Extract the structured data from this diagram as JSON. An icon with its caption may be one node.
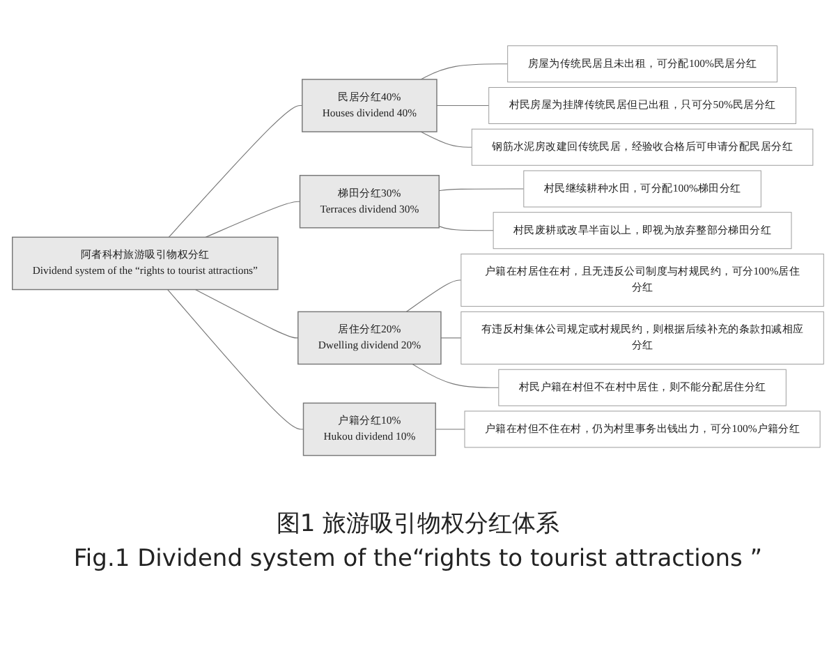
{
  "diagram": {
    "caption": "图1 旅游吸引物权分红体系",
    "nodes": [
      {
        "text": [
          "阿者科村旅游吸引物权分红",
          "Dividend system of the “rights to tourist attractions”"
        ]
      },
      {
        "text": [
          "民居分红40%",
          "Houses dividend 40%"
        ]
      },
      {
        "text": [
          "房屋为传统民居且未出租，可分配100%民居分红"
        ]
      },
      {
        "text": [
          "村民房屋为挂牌传统民居但已出租，只可分50%民居分红"
        ]
      },
      {
        "text": [
          "钢筋水泥房改建回传统民居，经验收合格后可申请分配民居分红"
        ]
      },
      {
        "text": [
          "梯田分红30%",
          "Terraces dividend 30%"
        ]
      },
      {
        "text": [
          "村民继续耕种水田，可分配100%梯田分红"
        ]
      },
      {
        "text": [
          "村民废耕或改旱半亩以上，即视为放弃整部分梯田分红"
        ]
      },
      {
        "text": [
          "居住分红20%",
          "Dwelling dividend 20%"
        ]
      },
      {
        "text": [
          "户籍在村居住在村，且无违反公司制度与村规民约，可分100%居住分红"
        ]
      },
      {
        "text": [
          "有违反村集体公司规定或村规民约，则根据后续补充的条款扣减相应分红"
        ]
      },
      {
        "text": [
          "村民户籍在村但不在村中居住，则不能分配居住分红"
        ]
      },
      {
        "text": [
          "户籍分红10%",
          "Hukou dividend 10%"
        ]
      },
      {
        "text": [
          "户籍在村但不住在村，仍为村里事务出钱出力，可分100%户籍分红"
        ]
      }
    ],
    "edges": [
      {
        "from": 0,
        "to": 1,
        "arrow": "none"
      },
      {
        "from": 1,
        "to": 2,
        "arrow": "none"
      },
      {
        "from": 1,
        "to": 3,
        "arrow": "none"
      },
      {
        "from": 1,
        "to": 4,
        "arrow": "none"
      },
      {
        "from": 0,
        "to": 5,
        "arrow": "none"
      },
      {
        "from": 5,
        "to": 6,
        "arrow": "none"
      },
      {
        "from": 5,
        "to": 7,
        "arrow": "none"
      },
      {
        "from": 0,
        "to": 8,
        "arrow": "none"
      },
      {
        "from": 8,
        "to": 9,
        "arrow": "none"
      },
      {
        "from": 8,
        "to": 10,
        "arrow": "none"
      },
      {
        "from": 8,
        "to": 11,
        "arrow": "none"
      },
      {
        "from": 0,
        "to": 12,
        "arrow": "none"
      },
      {
        "from": 12,
        "to": 13,
        "arrow": "none"
      }
    ],
    "labels": [
      "Fig.1 Dividend system of the“rights to tourist attractions ”"
    ]
  }
}
